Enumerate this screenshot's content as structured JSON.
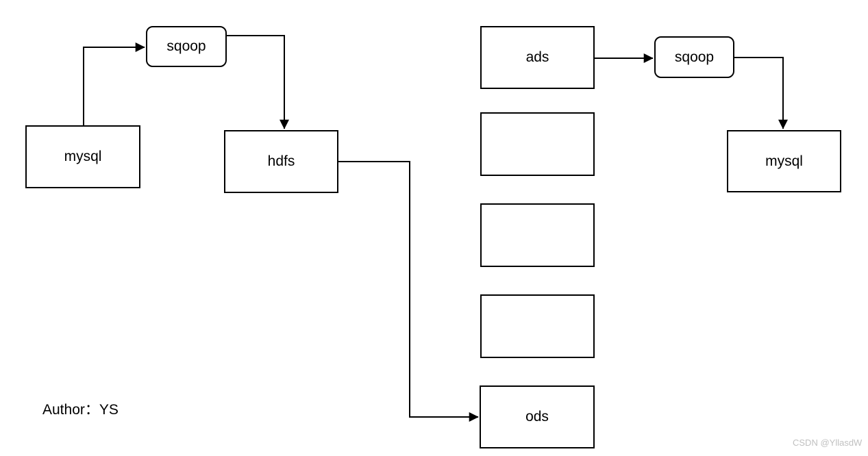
{
  "diagram": {
    "title": "data-pipeline-flowchart",
    "colors": {
      "stroke": "#000000",
      "node_fill": "#ffffff",
      "background": "#ffffff",
      "watermark_text": "#c0c0c0"
    },
    "nodes": [
      {
        "id": "mysql-source",
        "label": "mysql",
        "shape": "rect"
      },
      {
        "id": "sqoop-import",
        "label": "sqoop",
        "shape": "rounded"
      },
      {
        "id": "hdfs",
        "label": "hdfs",
        "shape": "rect"
      },
      {
        "id": "ads",
        "label": "ads",
        "shape": "rect"
      },
      {
        "id": "layer-box-2",
        "label": "",
        "shape": "rect"
      },
      {
        "id": "layer-box-3",
        "label": "",
        "shape": "rect"
      },
      {
        "id": "layer-box-4",
        "label": "",
        "shape": "rect"
      },
      {
        "id": "ods",
        "label": "ods",
        "shape": "rect"
      },
      {
        "id": "sqoop-export",
        "label": "sqoop",
        "shape": "rounded"
      },
      {
        "id": "mysql-target",
        "label": "mysql",
        "shape": "rect"
      }
    ],
    "edges": [
      {
        "from": "mysql-source",
        "to": "sqoop-import"
      },
      {
        "from": "sqoop-import",
        "to": "hdfs"
      },
      {
        "from": "hdfs",
        "to": "ods"
      },
      {
        "from": "ads",
        "to": "sqoop-export"
      },
      {
        "from": "sqoop-export",
        "to": "mysql-target"
      }
    ],
    "author_note": "Author：YS",
    "watermark": "CSDN @YllasdW"
  }
}
